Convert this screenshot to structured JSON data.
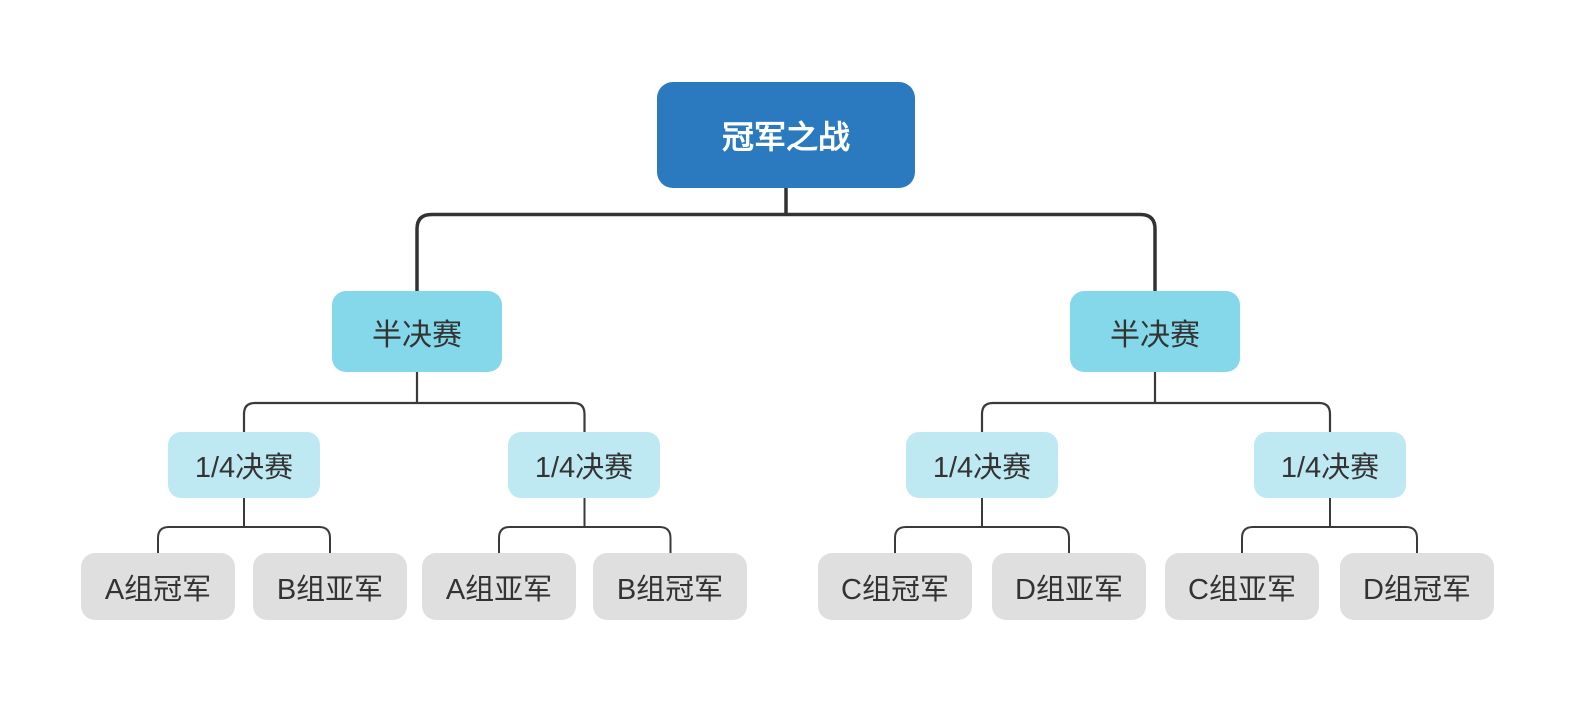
{
  "diagram": {
    "type": "tournament-bracket-mindmap",
    "tree": {
      "root": {
        "label": "冠军之战",
        "children": [
          {
            "label": "半决赛",
            "children": [
              {
                "label": "1/4决赛",
                "children": [
                  {
                    "label": "A组冠军"
                  },
                  {
                    "label": "B组亚军"
                  }
                ]
              },
              {
                "label": "1/4决赛",
                "children": [
                  {
                    "label": "A组亚军"
                  },
                  {
                    "label": "B组冠军"
                  }
                ]
              }
            ]
          },
          {
            "label": "半决赛",
            "children": [
              {
                "label": "1/4决赛",
                "children": [
                  {
                    "label": "C组冠军"
                  },
                  {
                    "label": "D组亚军"
                  }
                ]
              },
              {
                "label": "1/4决赛",
                "children": [
                  {
                    "label": "C组亚军"
                  },
                  {
                    "label": "D组冠军"
                  }
                ]
              }
            ]
          }
        ]
      }
    },
    "colors": {
      "background": "#ffffff",
      "root_fill": "#2b7ac0",
      "root_text": "#ffffff",
      "semifinal_fill": "#85d8e9",
      "quarterfinal_fill": "#bee9f3",
      "leaf_fill": "#dfdfdf",
      "node_text": "#333333",
      "connector_primary": "#333333",
      "connector_secondary": "#3a3a3a"
    }
  }
}
